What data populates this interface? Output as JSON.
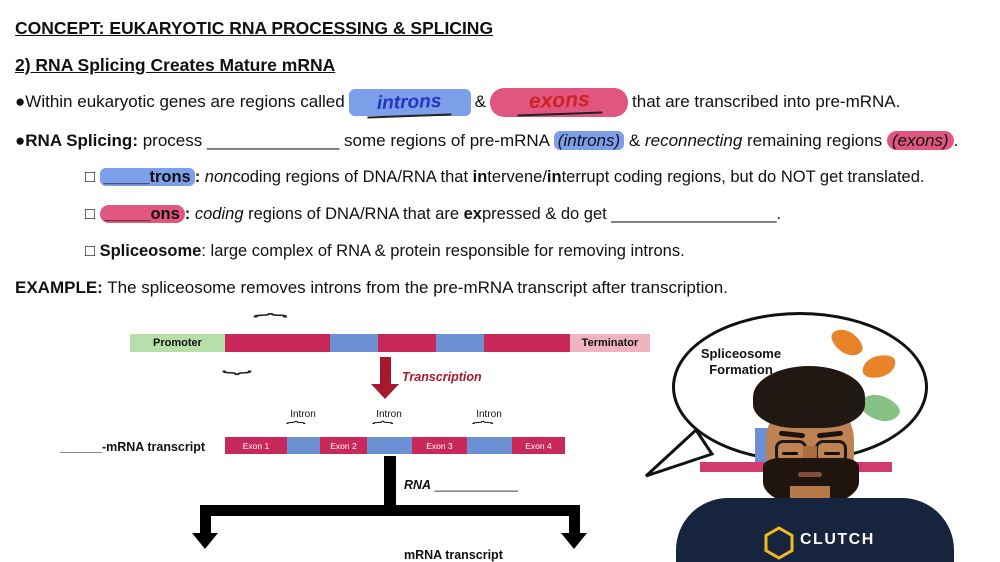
{
  "glyphs": {
    "bullet": "●",
    "square": "□ "
  },
  "header": {
    "concept_label": "CONCEPT:",
    "concept_title": " EUKARYOTIC RNA PROCESSING & SPLICING",
    "section_title": "2) RNA Splicing Creates Mature mRNA"
  },
  "bullet1": {
    "pre": "Within eukaryotic genes are regions called",
    "introns_handwritten": "introns",
    "amp": "&",
    "exons_handwritten": "exons",
    "post": "that are transcribed into pre-mRNA."
  },
  "bullet2": {
    "label": "RNA Splicing:",
    "t1": " process ______________ some regions of pre-mRNA ",
    "introns": "(introns)",
    "t2": " & ",
    "reconnecting": "reconnecting",
    "t3": " remaining regions ",
    "exons": "(exons)",
    "period": "."
  },
  "sub1": {
    "term": "_____trons",
    "colon": ": ",
    "i1": "non",
    "t1": "coding regions of DNA/RNA that ",
    "in1": "in",
    "t2": "tervene/",
    "in2": "in",
    "t3": "terrupt coding regions, but do NOT get translated."
  },
  "sub2": {
    "term": "_____ons",
    "colon": ": ",
    "i1": "coding",
    "t1": " regions of DNA/RNA that are ",
    "ex": "ex",
    "t2": "pressed & do get __________________."
  },
  "sub3": {
    "term": "Spliceosome",
    "t1": ": large complex of RNA & protein responsible for removing introns."
  },
  "example": {
    "label": "EXAMPLE:",
    "text": " The spliceosome removes introns from the pre-mRNA transcript after transcription."
  },
  "diagram": {
    "promoter_label": "Promoter",
    "terminator_label": "Terminator",
    "transcription_label": "Transcription",
    "pre_mrna_label": "______-mRNA transcript",
    "intron_labels": [
      "Intron",
      "Intron",
      "Intron"
    ],
    "exon_labels": [
      "Exon 1",
      "Exon 2",
      "Exon 3",
      "Exon 4"
    ],
    "rna_word": "RNA",
    "rna_blank": " ____________",
    "mrna_label": "mRNA transcript"
  },
  "callout": {
    "line1": "Spliceosome",
    "line2": "Formation"
  },
  "webcam": {
    "shirt_brand": "CLUTCH"
  },
  "colors": {
    "exon": "#c8295a",
    "intron": "#6d8fd4",
    "promoter_bg": "#b7dfa9",
    "terminator_bg": "#f0b4c0",
    "blue_highlight": "#7d9ee8",
    "pink_highlight": "#e0567e",
    "ink_blue": "#2633c4",
    "ink_red": "#cc2222",
    "transcription_arrow": "#a5182e",
    "pink_bar": "#d23b6e"
  }
}
